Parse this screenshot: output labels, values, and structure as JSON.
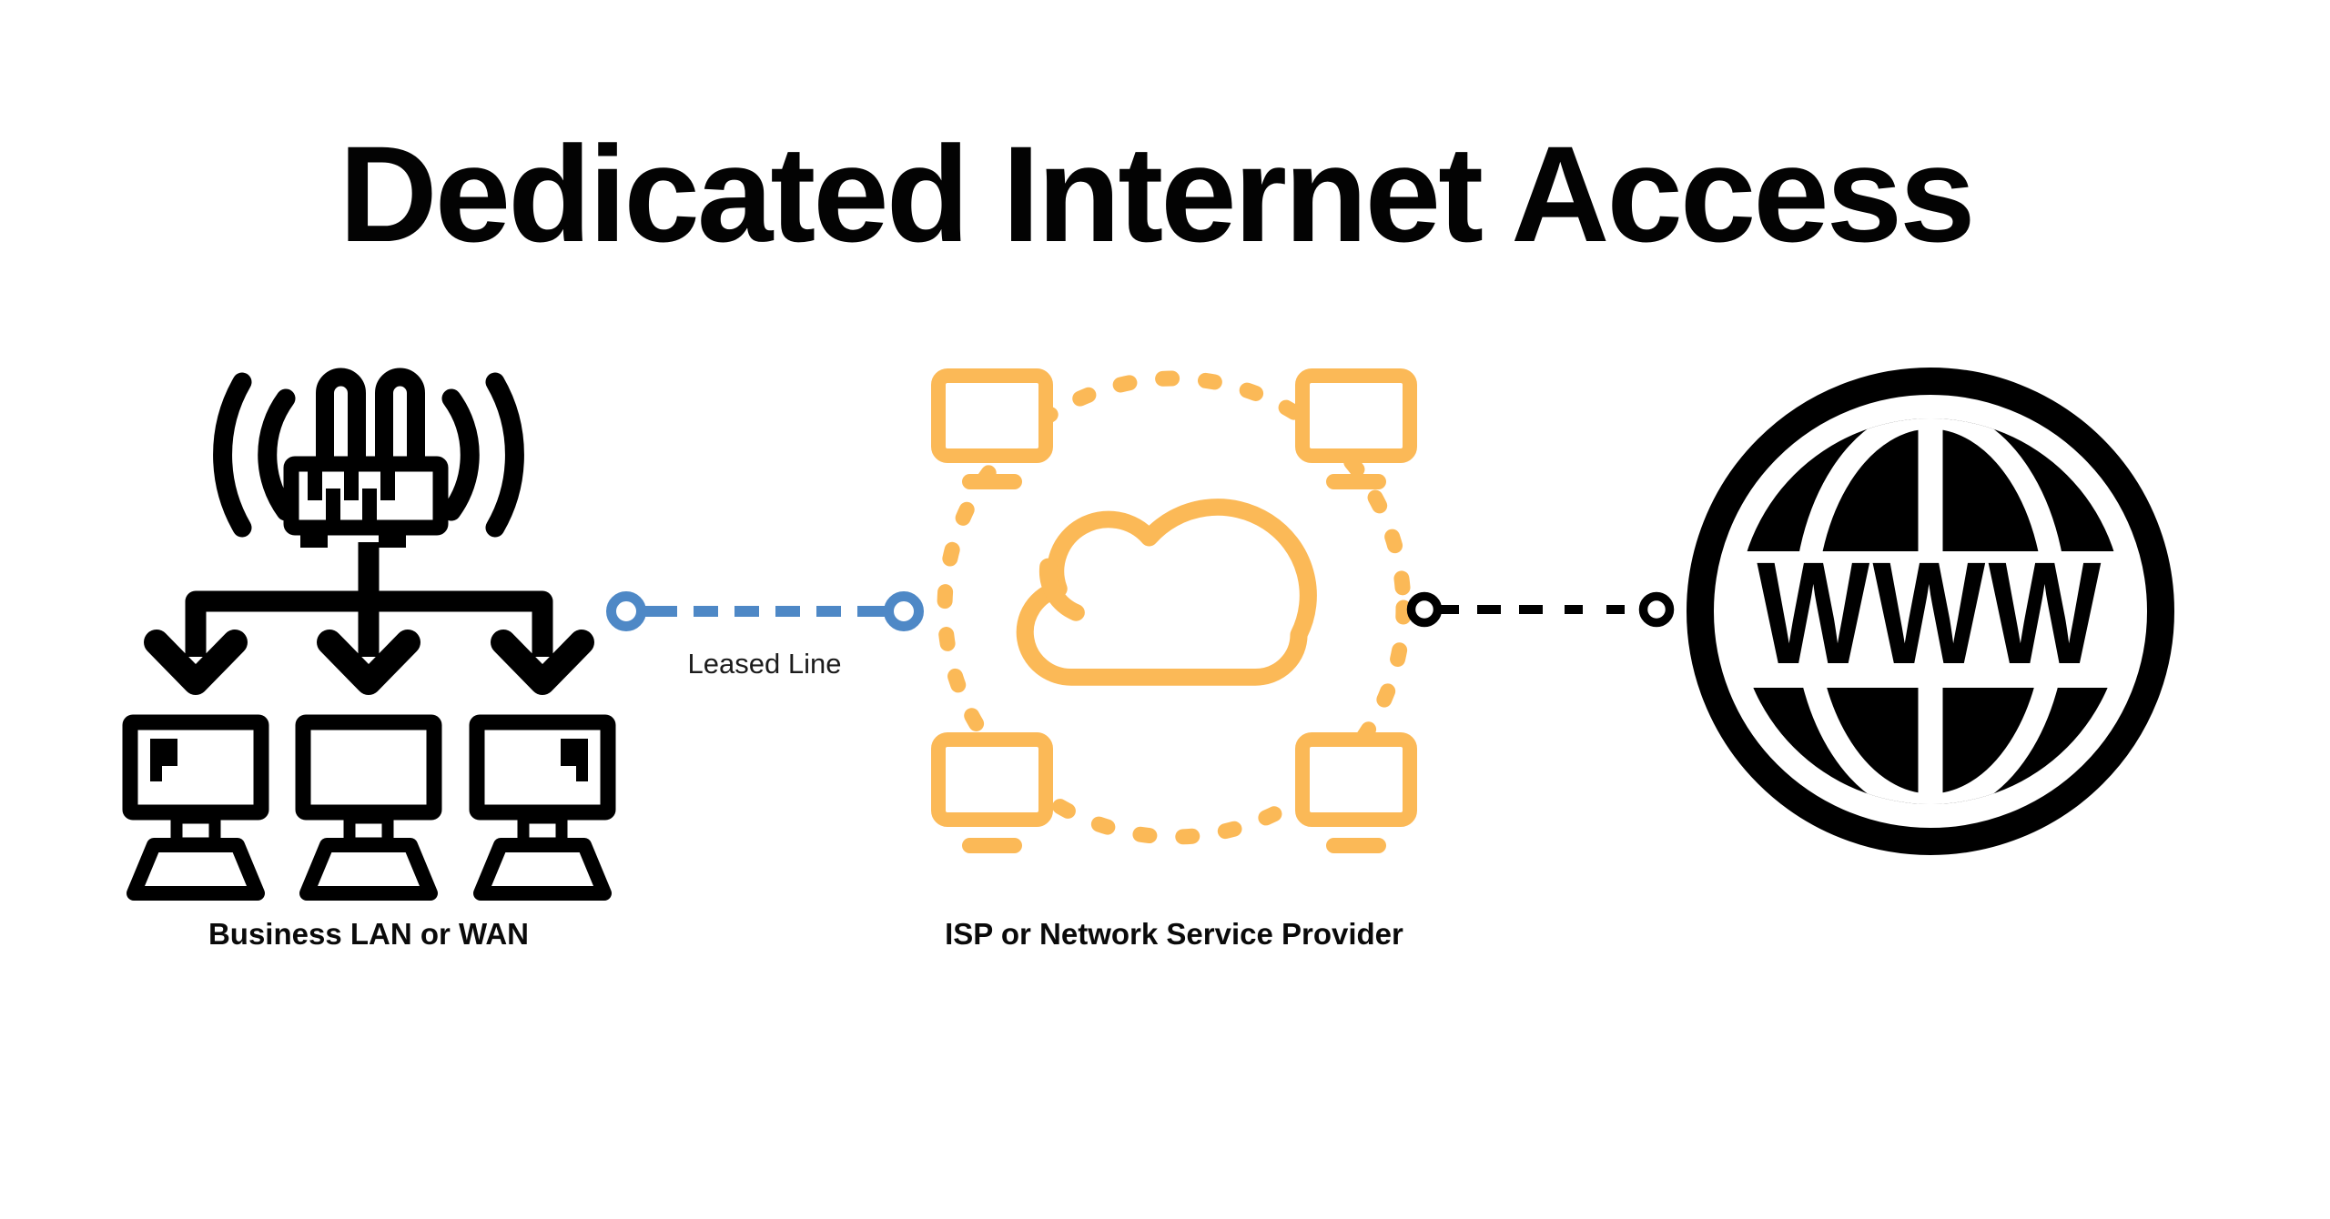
{
  "title": "Dedicated Internet Access",
  "colors": {
    "background": "#ffffff",
    "ink": "#000000",
    "accent_orange": "#FBB957",
    "accent_blue": "#4E88C6"
  },
  "nodes": {
    "business": {
      "label": "Business LAN or WAN",
      "icons": [
        "wifi-router-icon",
        "down-arrow-icon",
        "down-arrow-icon",
        "down-arrow-icon",
        "desktop-monitor-icon",
        "desktop-monitor-icon",
        "desktop-monitor-icon"
      ]
    },
    "isp": {
      "label": "ISP or Network Service Provider",
      "icons": [
        "dotted-ring",
        "monitor-icon",
        "monitor-icon",
        "monitor-icon",
        "monitor-icon",
        "cloud-icon"
      ]
    },
    "internet": {
      "globe_text": "WWW",
      "icons": [
        "www-globe-icon"
      ]
    }
  },
  "connections": [
    {
      "from": "business",
      "to": "isp",
      "label": "Leased Line",
      "style": "dashed-with-node-endpoints",
      "color": "#4E88C6"
    },
    {
      "from": "isp",
      "to": "internet",
      "label": "",
      "style": "dashed-with-node-endpoints",
      "color": "#000000"
    }
  ]
}
